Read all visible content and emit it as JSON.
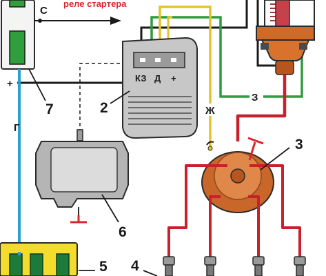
{
  "captions": {
    "starter_relay": "реле стартера"
  },
  "switch_labels": {
    "c": "С",
    "plus": "+"
  },
  "regulator_terminals": {
    "kz": "КЗ",
    "d": "Д",
    "plus": "+"
  },
  "wire_labels": {
    "g": "Г",
    "zh": "Ж",
    "z": "З"
  },
  "part_numbers": {
    "regulator": "2",
    "distributor": "3",
    "spark_plugs": "4",
    "fuse_block": "5",
    "ignition_unit": "6",
    "ignition_switch": "7"
  },
  "colors": {
    "blue_wire": "#2aa0d2",
    "green_wire": "#2f9b3f",
    "yellow_wire": "#e6c22a",
    "red_wire": "#c8202c",
    "black_wire": "#1a1a1a",
    "coil_orange": "#d9722c",
    "distributor_orange": "#d8742d",
    "fuse_block_yellow": "#f3dc2c",
    "contact_green": "#1c7a3a"
  },
  "icons": [
    "ground-icon-distributor",
    "ground-icon-ignition-unit",
    "arrow-to-starter-relay"
  ]
}
